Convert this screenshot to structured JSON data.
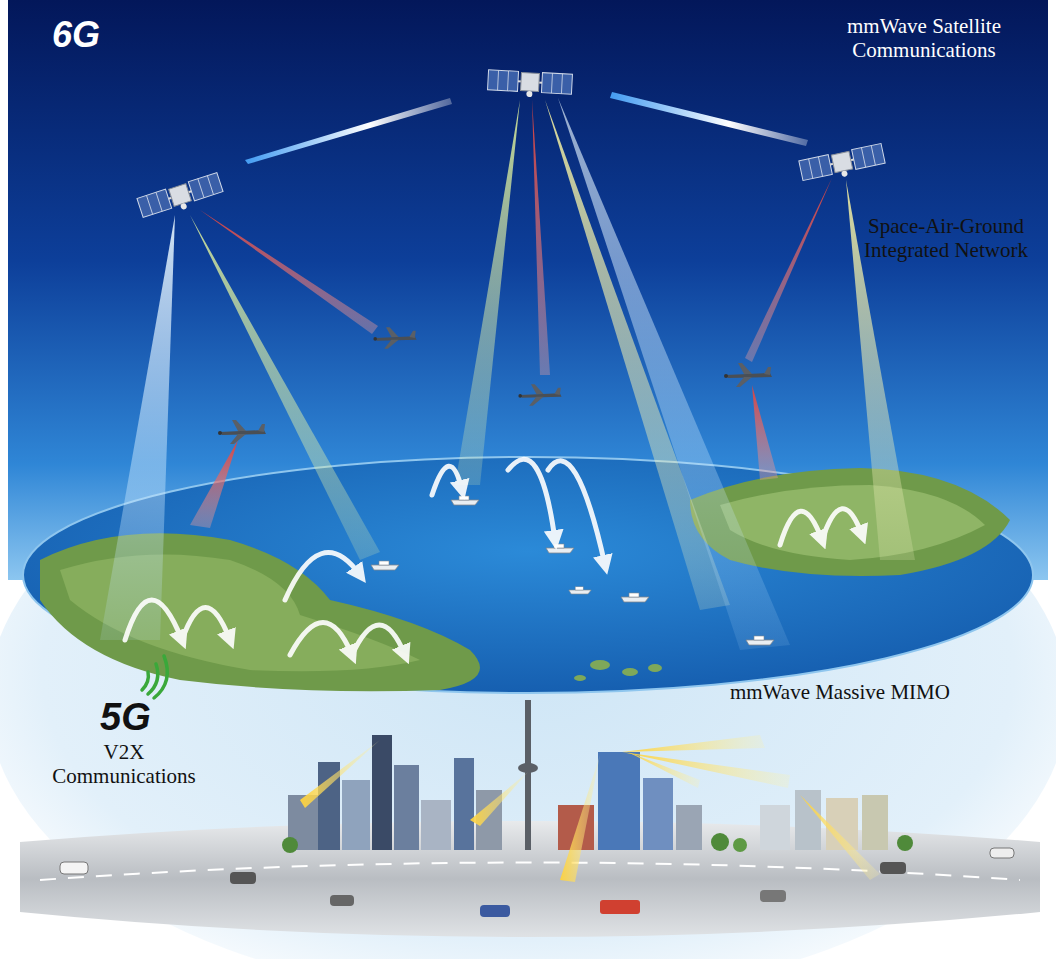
{
  "diagram": {
    "labels": [
      "6G",
      "mmWave Satellite Communications",
      "Space-Air-Ground Integrated Network",
      "5G",
      "V2X Communications",
      "mmWave Massive MIMO"
    ]
  }
}
